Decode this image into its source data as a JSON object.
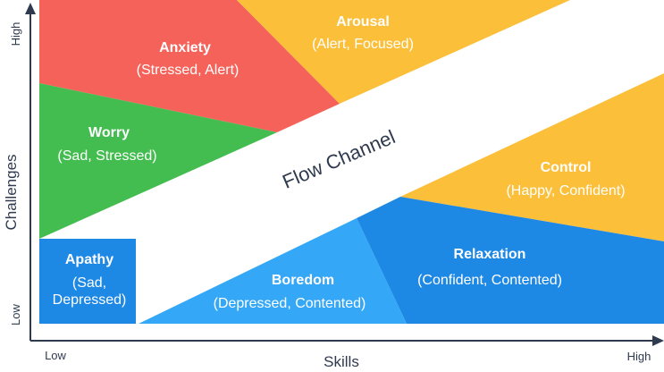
{
  "axes": {
    "x_title": "Skills",
    "y_title": "Challenges",
    "x_low": "Low",
    "x_high": "High",
    "y_low": "Low",
    "y_high": "High"
  },
  "flow_channel": {
    "label": "Flow Channel",
    "color": "#ffffff",
    "text_color": "#2f3a4f"
  },
  "zones": {
    "anxiety": {
      "title": "Anxiety",
      "subtitle": "(Stressed, Alert)",
      "color": "#f4625a"
    },
    "arousal": {
      "title": "Arousal",
      "subtitle": "(Alert, Focused)",
      "color": "#fbbf3a"
    },
    "worry": {
      "title": "Worry",
      "subtitle": "(Sad, Stressed)",
      "color": "#43bd4f"
    },
    "control": {
      "title": "Control",
      "subtitle": "(Happy, Confident)",
      "color": "#fbbf3a"
    },
    "apathy": {
      "title": "Apathy",
      "subtitle_line1": "(Sad,",
      "subtitle_line2": "Depressed)",
      "color": "#1e88e5"
    },
    "boredom": {
      "title": "Boredom",
      "subtitle": "(Depressed, Contented)",
      "color": "#35a7f7"
    },
    "relaxation": {
      "title": "Relaxation",
      "subtitle": "(Confident, Contented)",
      "color": "#1e88e5"
    }
  },
  "axis_color": "#2f3a4f"
}
